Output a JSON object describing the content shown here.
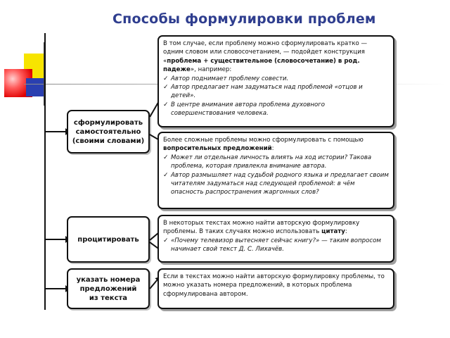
{
  "title": "Способы формулировки проблем",
  "methods": [
    {
      "label": "сформулировать\nсамостоятельно\n(своими словами)",
      "panels": [
        {
          "text_pre": "В том случае, если проблему можно сформулировать кратко — одним словом или словосочетанием, — подойдет конструкция «",
          "text_bold": "проблема + существительное (словосочетание) в род. падеже",
          "text_post": "», например:",
          "examples": [
            "Автор поднимает проблему совести.",
            "Автор предлагает нам задуматься над проблемой «отцов и детей».",
            "В центре внимания автора проблема духовного совершенствования человека."
          ]
        },
        {
          "text_pre": "Более сложные проблемы можно сформулировать с помощью ",
          "text_bold": "вопросительных предложений",
          "text_post": ":",
          "examples": [
            "Может ли отдельная личность влиять на ход истории? Такова проблема, которая привлекла внимание автора.",
            "Автор размышляет над судьбой родного языка и предлагает своим читателям задуматься над следующей проблемой: в чём опасность распространения жаргонных слов?"
          ]
        }
      ]
    },
    {
      "label": "процитировать",
      "panels": [
        {
          "text_pre": "В некоторых текстах можно найти авторскую формулировку проблемы. В таких случаях можно использовать ",
          "text_bold": "цитату",
          "text_post": ":",
          "examples": [
            "«Почему телевизор вытесняет сейчас книгу?» — таким вопросом начинает свой текст Д. С. Лихачёв."
          ]
        }
      ]
    },
    {
      "label": "указать номера\nпредложений\nиз текста",
      "panels": [
        {
          "text_pre": "Если в текстах можно найти авторскую формулировку проблемы, то можно указать номера предложений, в которых проблема сформулирована автором.",
          "text_bold": "",
          "text_post": "",
          "examples": []
        }
      ]
    }
  ],
  "check_mark": "✓"
}
